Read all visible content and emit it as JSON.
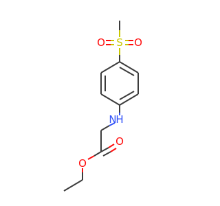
{
  "molecule": {
    "atoms": {
      "sulfur": {
        "symbol": "S",
        "color": "#c8c800"
      },
      "sulfonyl_oxygen_left": {
        "symbol": "O",
        "color": "#ff0d0d"
      },
      "sulfonyl_oxygen_right": {
        "symbol": "O",
        "color": "#ff0d0d"
      },
      "amine": {
        "symbol": "H",
        "color": "#3050f8"
      },
      "amine_nitrogen": {
        "symbol": "N",
        "color": "#3050f8"
      },
      "carbonyl_oxygen": {
        "symbol": "O",
        "color": "#ff0d0d"
      },
      "ester_oxygen": {
        "symbol": "O",
        "color": "#ff0d0d"
      }
    },
    "bond_color": "#3c3c3c"
  }
}
